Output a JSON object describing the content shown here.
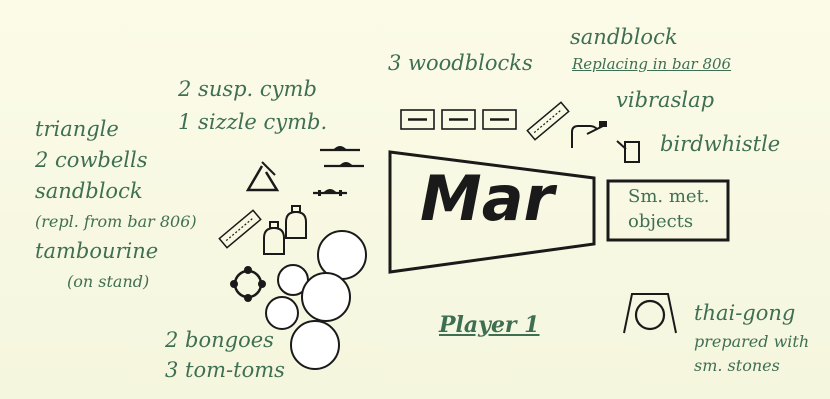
{
  "score": {
    "labels": {
      "woodblocks": "3 woodblocks",
      "sandblock_top": "sandblock",
      "replacing": "Replacing in bar 806",
      "vibraslap": "vibraslap",
      "birdwhistle": "birdwhistle",
      "cymb1": "2 susp. cymb",
      "cymb2": "1 sizzle cymb.",
      "triangle": "triangle",
      "cowbells": "2 cowbells",
      "sandblock_left": "sandblock",
      "repl": "(repl. from bar 806)",
      "tambourine": "tambourine",
      "onstand": "(on stand)",
      "bongoes": "2 bongoes",
      "tomtoms": "3 tom-toms",
      "player": "Player 1",
      "thaigong": "thai-gong",
      "prepared": "prepared with",
      "stones": "sm. stones",
      "marimba": "Mar",
      "smmet1": "Sm. met.",
      "smmet2": "objects"
    },
    "colors": {
      "label_green": "#3f6f53",
      "ink": "#1a1a1a",
      "background": "#f7f8e6"
    }
  }
}
